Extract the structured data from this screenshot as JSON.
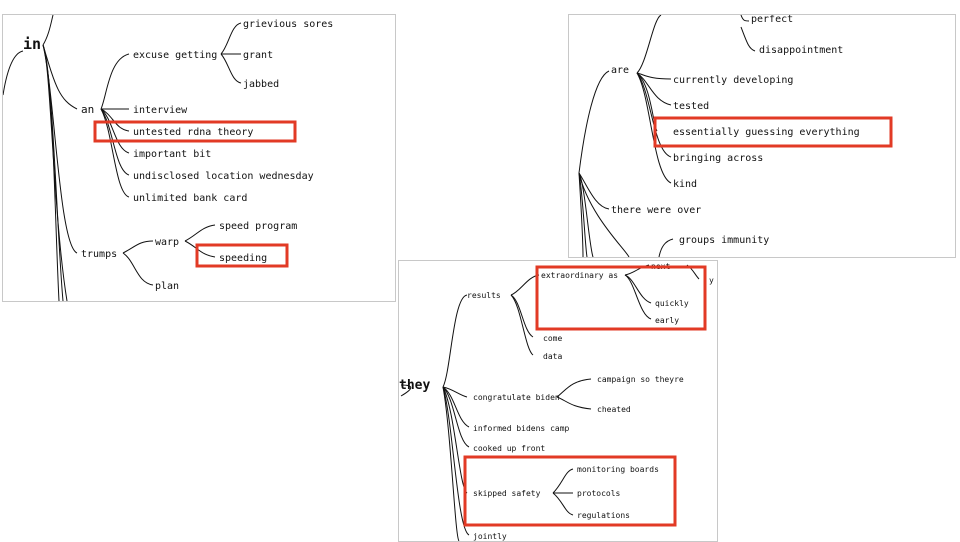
{
  "accent_color": "#e23a25",
  "panel_a": {
    "root": "in",
    "an": "an",
    "excuse_getting": "excuse getting",
    "grievious_sores": "grievious sores",
    "grant": "grant",
    "jabbed": "jabbed",
    "interview": "interview",
    "untested_rdna_theory": "untested rdna theory",
    "important_bit": "important bit",
    "undisclosed_location": "undisclosed location wednesday",
    "unlimited_bank_card": "unlimited bank card",
    "trumps": "trumps",
    "warp": "warp",
    "speed_program": "speed program",
    "speeding": "speeding",
    "plan": "plan"
  },
  "panel_b": {
    "perfect": "perfect",
    "disappointment": "disappointment",
    "are": "are",
    "currently_developing": "currently developing",
    "tested": "tested",
    "essentially_guessing": "essentially guessing everything",
    "bringing_across": "bringing across",
    "kind": "kind",
    "there_were_over": "there were over",
    "groups_immunity": "groups immunity"
  },
  "panel_c": {
    "root": "they",
    "results": "results",
    "extraordinary_as": "extraordinary as",
    "next": "next",
    "y": "y",
    "quickly": "quickly",
    "early": "early",
    "come": "come",
    "data": "data",
    "congratulate_biden": "congratulate biden",
    "campaign_so_theyre": "campaign so theyre",
    "cheated": "cheated",
    "informed_bidens_camp": "informed bidens camp",
    "cooked_up_front": "cooked up front",
    "skipped_safety": "skipped safety",
    "monitoring_boards": "monitoring boards",
    "protocols": "protocols",
    "regulations": "regulations",
    "jointly": "jointly"
  }
}
